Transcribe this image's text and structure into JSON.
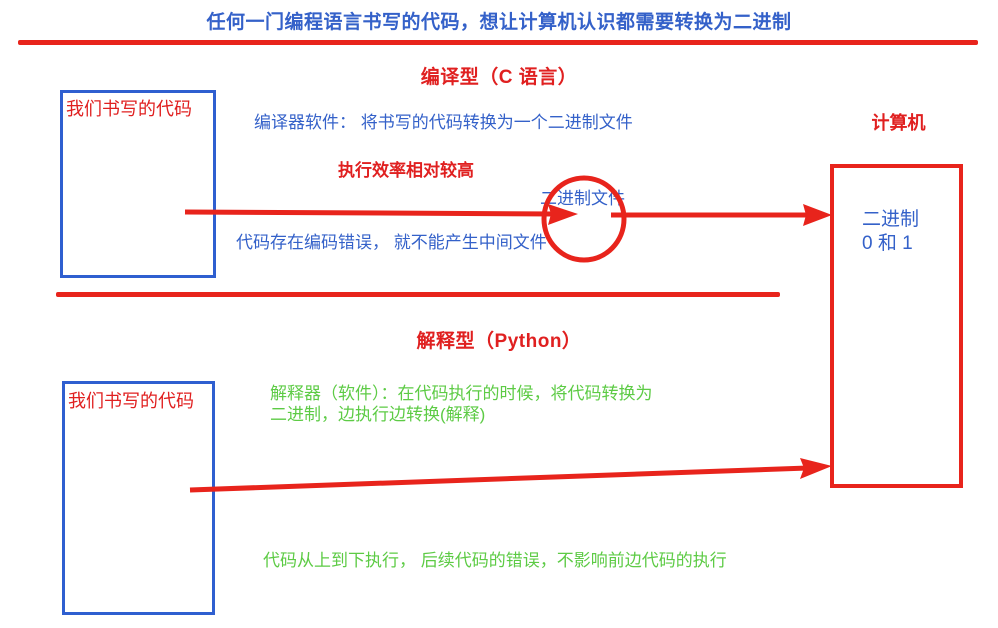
{
  "page": {
    "title": "任何一门编程语言书写的代码，想让计算机认识都需要转换为二进制"
  },
  "colors": {
    "blue": "#3461c9",
    "blue_box": "#2f5fd0",
    "red": "#e02020",
    "red_rule": "#e8241c",
    "green": "#5dcb45",
    "background": "#ffffff"
  },
  "sections": {
    "compiled": {
      "heading": "编译型（C 语言）",
      "code_box_label": "我们书写的代码",
      "compiler_description": "编译器软件： 将书写的代码转换为一个二进制文件",
      "efficiency_note": "执行效率相对较高",
      "binary_file_label": "二进制文件",
      "error_note": "代码存在编码错误， 就不能产生中间文件"
    },
    "interpreted": {
      "heading": "解释型（Python）",
      "code_box_label": "我们书写的代码",
      "interpreter_description_line1": "解释器（软件）：在代码执行的时候，将代码转换为",
      "interpreter_description_line2": "二进制，边执行边转换(解释)",
      "execution_note": "代码从上到下执行， 后续代码的错误，不影响前边代码的执行"
    }
  },
  "computer": {
    "label": "计算机",
    "content_line1": "二进制",
    "content_line2": "0 和 1"
  },
  "annotations": {
    "arrow_compiled_to_circle": "arrow-right-icon",
    "arrow_circle_to_computer": "arrow-right-icon",
    "arrow_interpreted_to_computer": "arrow-right-icon",
    "circle_highlight": "ellipse-highlight-icon",
    "divider_top": "horizontal-rule",
    "divider_middle": "horizontal-rule"
  }
}
